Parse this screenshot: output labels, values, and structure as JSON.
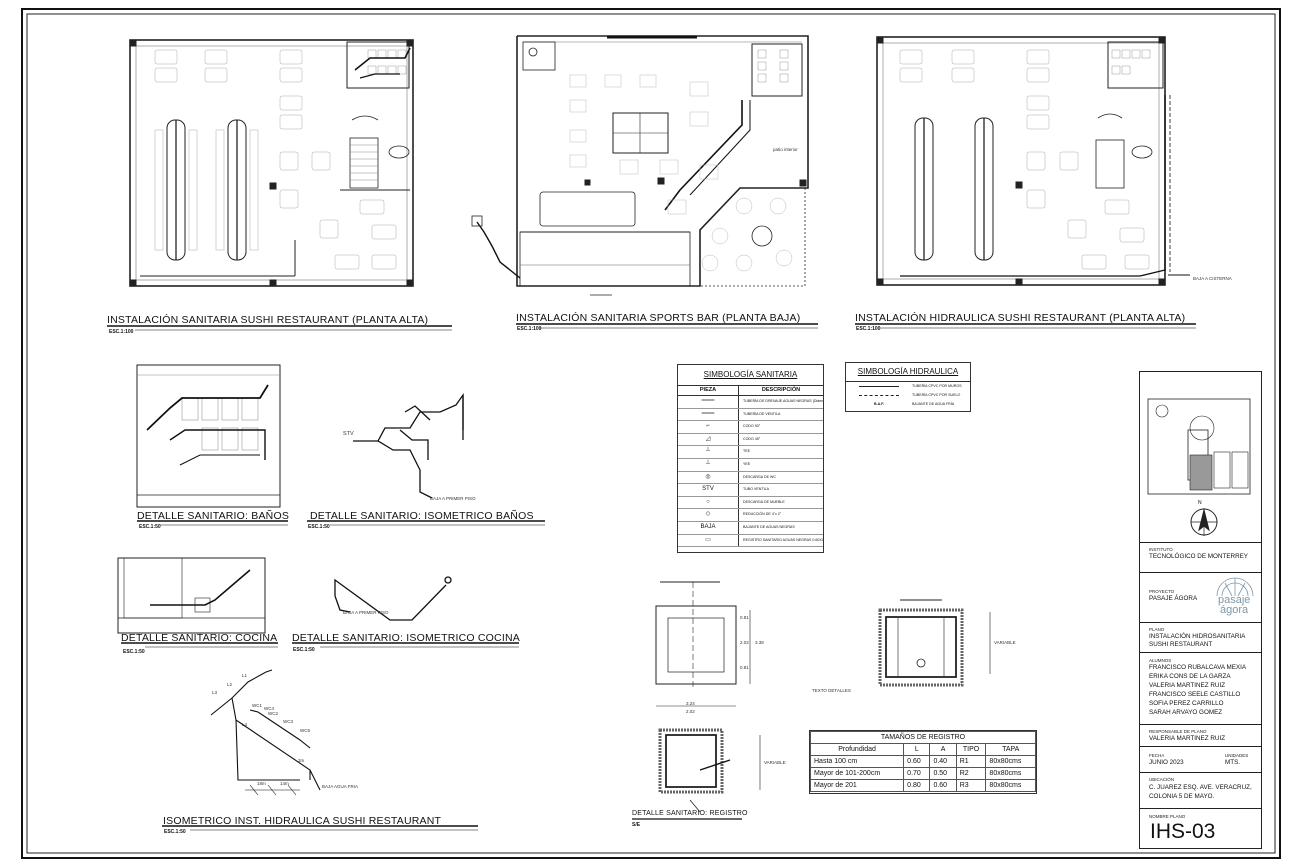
{
  "titles": {
    "plan1": "INSTALACIÓN SANITARIA SUSHI RESTAURANT (PLANTA ALTA)",
    "plan2": "INSTALACIÓN SANITARIA SPORTS BAR (PLANTA BAJA)",
    "plan3": "INSTALACIÓN HIDRAULICA SUSHI RESTAURANT (PLANTA ALTA)",
    "banos": "DETALLE SANITARIO: BAÑOS",
    "iso_banos": "DETALLE SANITARIO: ISOMETRICO BAÑOS",
    "cocina": "DETALLE SANITARIO: COCINA",
    "iso_cocina": "DETALLE SANITARIO: ISOMETRICO COCINA",
    "iso_hidraulica": "ISOMETRICO INST. HIDRAULICA SUSHI RESTAURANT",
    "registro": "DETALLE SANITARIO: REGISTRO"
  },
  "scales": {
    "esc100": "ESC.1:100",
    "esc50": "ESC.1:50",
    "se": "S/E"
  },
  "simbologia_sanitaria": {
    "title": "SIMBOLOGÍA SANITARIA",
    "col_pieza": "PIEZA",
    "col_desc": "DESCRIPCIÓN",
    "rows": [
      {
        "pieza": "═══",
        "desc": "TUBERÍA DE DRENAJE AGUAS NEGRAS (Diámetro indicado)"
      },
      {
        "pieza": "═══",
        "desc": "TUBERÍA DE VENTILA"
      },
      {
        "pieza": "⌐",
        "desc": "CODO 90°"
      },
      {
        "pieza": "◿",
        "desc": "CODO 45°"
      },
      {
        "pieza": "┴",
        "desc": "TEE"
      },
      {
        "pieza": "┴",
        "desc": "YEE"
      },
      {
        "pieza": "◎",
        "desc": "DESCARGA DE WC"
      },
      {
        "pieza": "STV",
        "desc": "TUBO VENTILA"
      },
      {
        "pieza": "○",
        "desc": "DESCARGA DE MUEBLE"
      },
      {
        "pieza": "◇",
        "desc": "REDUCCIÓN DE 4\"x 2\""
      },
      {
        "pieza": "BAJA",
        "desc": "BAJANTE DE AGUAS NEGRAS"
      },
      {
        "pieza": "▭",
        "desc": "REGISTRO SANITARIO AGUAS NEGRAS 0.60X0.80m"
      }
    ]
  },
  "simbologia_hidraulica": {
    "title": "SIMBOLOGÍA HIDRAULICA",
    "rows": [
      {
        "pieza": "",
        "desc": "TUBERÍA CPVC POR MUROS"
      },
      {
        "pieza": "",
        "desc": "TUBERÍA CPVC POR SUELO"
      },
      {
        "pieza": "B.A.F.",
        "desc": "BAJANTE DE AGUA FRÍA"
      }
    ]
  },
  "tamanos_registro": {
    "title": "TAMAÑOS DE REGISTRO",
    "headers": [
      "Profundidad",
      "L",
      "A",
      "TIPO",
      "TAPA"
    ],
    "rows": [
      [
        "Hasta  100  cm",
        "0.60",
        "0.40",
        "R1",
        "80x80cms"
      ],
      [
        "Mayor  de  101-200cm",
        "0.70",
        "0.50",
        "R2",
        "80x80cms"
      ],
      [
        "Mayor  de  201",
        "0.80",
        "0.60",
        "R3",
        "80x80cms"
      ]
    ]
  },
  "annotations": {
    "baja_primer_piso": "BAJA A PRIMER PISO",
    "baja_agua_fria": "BAJA AGUA FRIA",
    "baja_cisterna": "BAJA A CISTERNA",
    "patio_interior": "patio interior",
    "texto_detalles": "TEXTO DETALLES",
    "variable": "VARIABLE",
    "stv": "STV",
    "iso_labels": [
      "L1",
      "L2",
      "L3",
      "L4",
      "WC1",
      "WC2",
      "WC3",
      "WC4",
      "WC5",
      "3m",
      "18m",
      "14m"
    ],
    "dims": [
      "3.24",
      "2.02",
      "0.81",
      "0.81",
      "2.02",
      "3.38"
    ]
  },
  "title_block": {
    "north": "N",
    "instituto_label": "INSTITUTO",
    "instituto": "TECNOLÓGICO DE MONTERREY",
    "proyecto_label": "PROYECTO",
    "proyecto": "PASAJE ÁGORA",
    "logo_line1": "pasaje",
    "logo_line2": "ágora",
    "plano_label": "PLANO",
    "plano": [
      "INSTALACIÓN HIDROSANITARIA",
      "SUSHI RESTAURANT"
    ],
    "alumnos_label": "ALUMNOS",
    "alumnos": [
      "FRANCISCO RUBALCAVA MEXIA",
      "ERIKA CONS DE LA GARZA",
      "VALERIA MARTINEZ RUIZ",
      "FRANCISCO SEELE CASTILLO",
      "SOFIA PEREZ CARRILLO",
      "SARAH ARVAYO GOMEZ"
    ],
    "responsable_label": "RESPONSABLE DE PLANO",
    "responsable": "VALERIA MARTINEZ RUIZ",
    "fecha_label": "FECHA",
    "fecha": "JUNIO 2023",
    "unidades_label": "UNIDADES",
    "unidades": "MTS.",
    "ubicacion_label": "UBICACIÓN",
    "ubicacion": [
      "C. JUAREZ ESQ. AVE. VERACRUZ,",
      "COLONIA 5 DE MAYO."
    ],
    "nombre_label": "NOMBRE PLANO",
    "nombre": "IHS-03"
  },
  "colors": {
    "line": "#222222",
    "light": "#bbbbbb",
    "accent_pipe": "#111111",
    "logo": "#7e97a9"
  }
}
